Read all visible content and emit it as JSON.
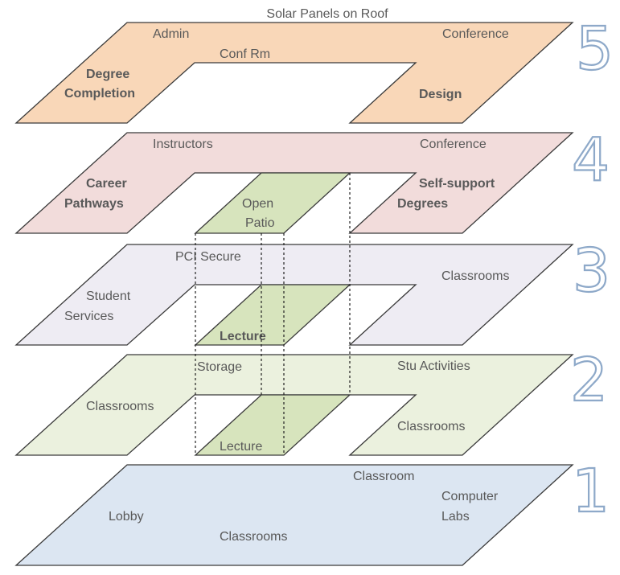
{
  "roof": {
    "label": "Solar Panels on Roof"
  },
  "floors": [
    {
      "number": "5",
      "color": "#f9d7b8",
      "labels": {
        "admin": "Admin",
        "conference": "Conference",
        "conf_rm": "Conf Rm",
        "degree_completion_1": "Degree",
        "degree_completion_2": "Completion",
        "design": "Design"
      }
    },
    {
      "number": "4",
      "color": "#f2dcdb",
      "labels": {
        "instructors": "Instructors",
        "conference": "Conference",
        "career_pathways_1": "Career",
        "career_pathways_2": "Pathways",
        "self_support_1": "Self-support",
        "self_support_2": "Degrees",
        "open_patio_1": "Open",
        "open_patio_2": "Patio"
      }
    },
    {
      "number": "3",
      "color": "#eeecf3",
      "labels": {
        "pci_secure": "PCI Secure",
        "classrooms": "Classrooms",
        "student_services_1": "Student",
        "student_services_2": "Services",
        "lecture": "Lecture"
      }
    },
    {
      "number": "2",
      "color": "#ebf1de",
      "labels": {
        "storage": "Storage",
        "stu_activities": "Stu Activities",
        "classrooms_left": "Classrooms",
        "classrooms_right": "Classrooms",
        "lecture": "Lecture"
      }
    },
    {
      "number": "1",
      "color": "#dce6f2",
      "labels": {
        "classroom": "Classroom",
        "computer_labs_1": "Computer",
        "computer_labs_2": "Labs",
        "lobby": "Lobby",
        "classrooms": "Classrooms"
      }
    }
  ],
  "colors": {
    "lecture_green": "#d7e4bd",
    "number_outline": "#8ea9c9"
  }
}
